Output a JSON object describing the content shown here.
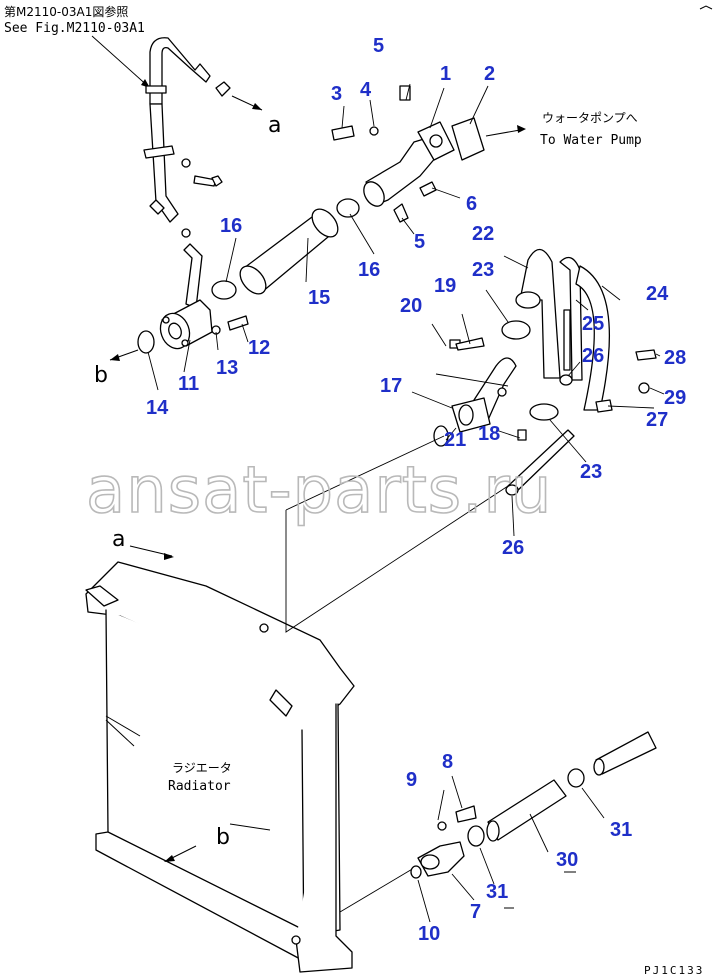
{
  "references": {
    "jp_ref": "第M2110-03A1図参照",
    "en_ref": "See Fig.M2110-03A1"
  },
  "labels": {
    "water_pump_jp": "ウォータポンプへ",
    "water_pump_en": "To Water Pump",
    "radiator_jp": "ラジエータ",
    "radiator_en": "Radiator",
    "conn_a": "a",
    "conn_b": "b"
  },
  "watermark": "ansat-parts.ru",
  "drawing_code": "PJ1C133",
  "part_numbers": [
    "1",
    "2",
    "3",
    "4",
    "5",
    "5",
    "6",
    "7",
    "8",
    "9",
    "10",
    "11",
    "12",
    "13",
    "14",
    "15",
    "16",
    "16",
    "17",
    "18",
    "19",
    "20",
    "21",
    "22",
    "23",
    "23",
    "24",
    "25",
    "26",
    "26",
    "27",
    "28",
    "29",
    "30",
    "31",
    "31"
  ],
  "colors": {
    "callout": "#1f2fc8",
    "watermark": "#b9b9b9",
    "line": "#000000"
  }
}
